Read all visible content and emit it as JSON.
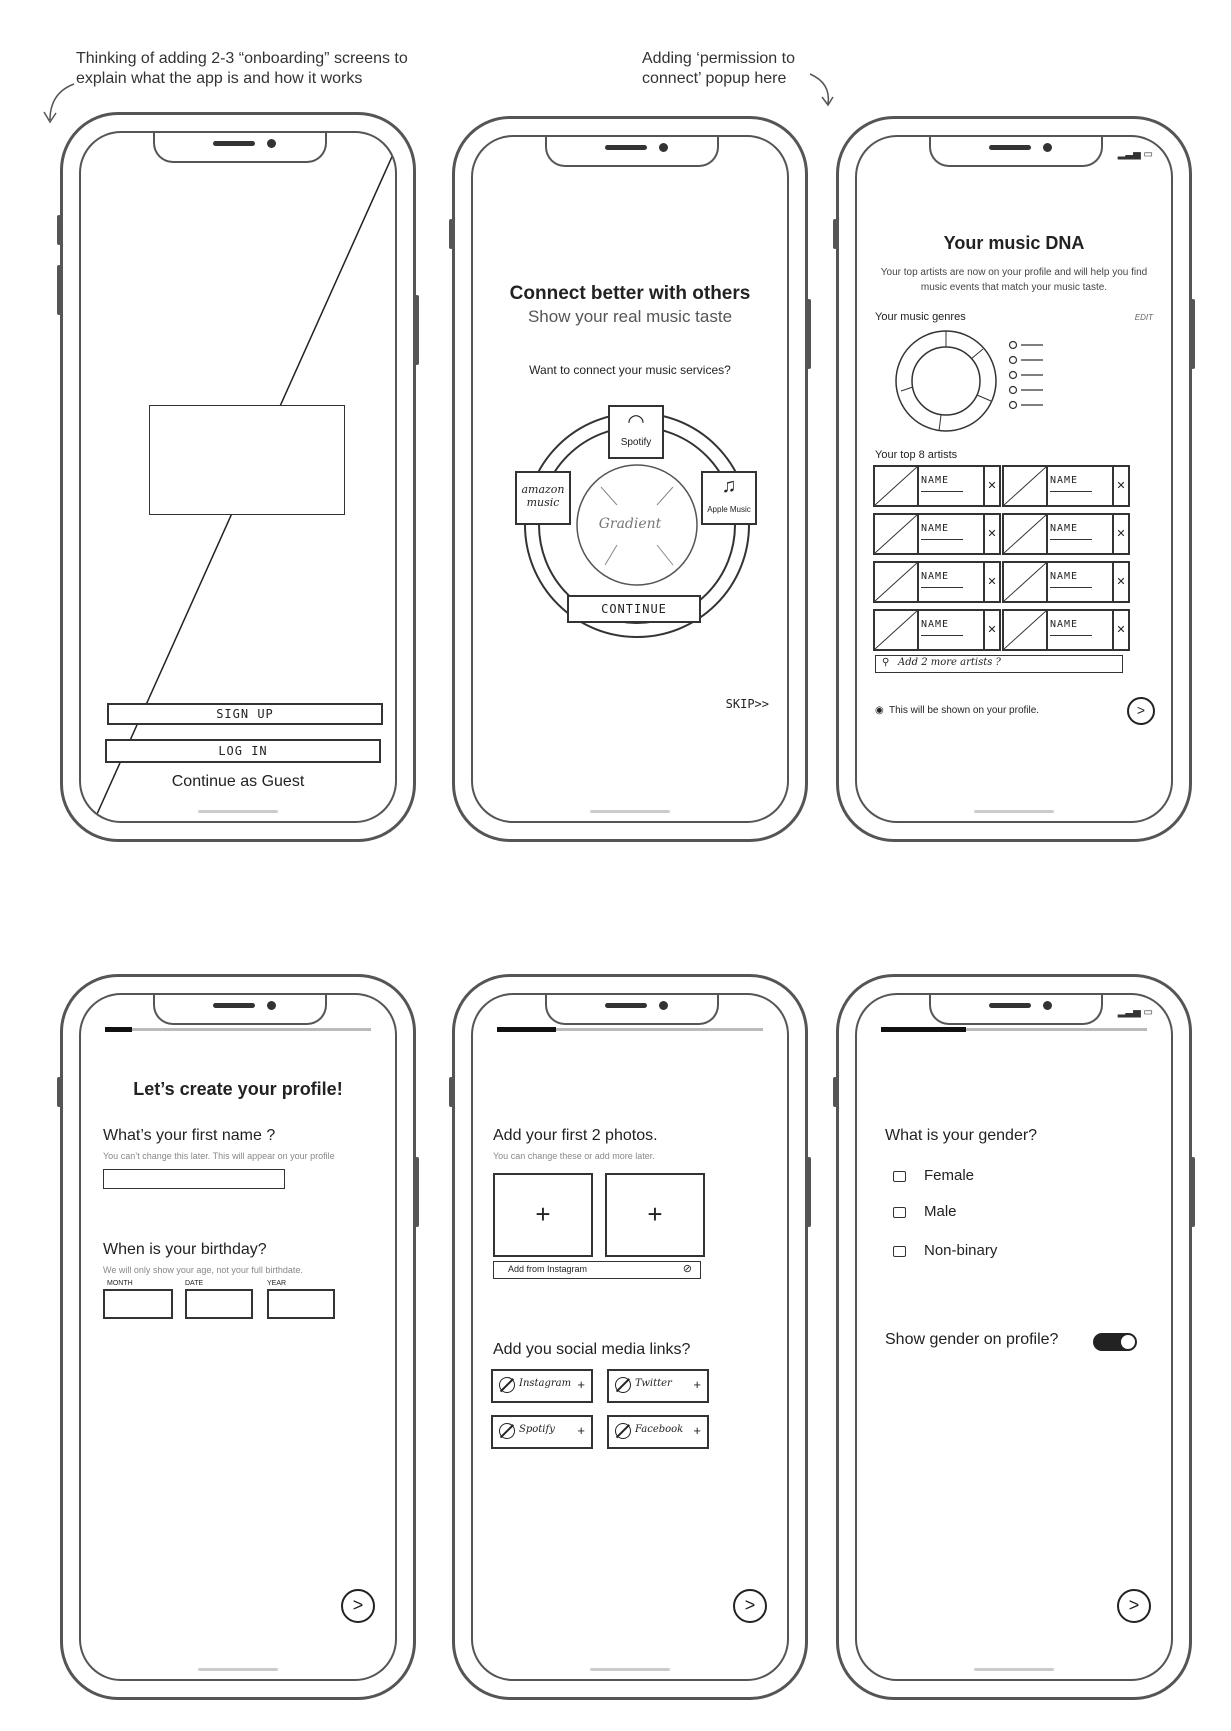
{
  "annotations": {
    "left": "Thinking of adding 2-3  “onboarding” screens to\nexplain what the app is and how it works",
    "right": "Adding ‘permission to\nconnect’ popup here"
  },
  "screen1": {
    "signup": "SIGN UP",
    "login": "LOG IN",
    "guest": "Continue as Guest"
  },
  "screen2": {
    "title": "Connect better with others",
    "subtitle": "Show your real music taste",
    "prompt": "Want to connect your music services?",
    "services": [
      "Spotify",
      "amazon music",
      "Apple Music"
    ],
    "center": "Gradient",
    "continue": "CONTINUE",
    "skip": "SKIP>>"
  },
  "screen3": {
    "title": "Your music DNA",
    "desc": "Your top artists are now on your profile and will help you find music events that match your music taste.",
    "genres_label": "Your music genres",
    "edit": "EDIT",
    "artists_label": "Your top 8 artists",
    "artist_placeholder": "NAME",
    "search": "Add 2 more artists ?",
    "footer": "This will be shown on your profile."
  },
  "screen4": {
    "title": "Let’s create your profile!",
    "name_q": "What’s your first name ?",
    "name_hint": "You can’t change this later. This will appear on your profile",
    "bday_q": "When is your birthday?",
    "bday_hint": "We will only show your age, not your full birthdate.",
    "month": "MONTH",
    "date": "DATE",
    "year": "YEAR"
  },
  "screen5": {
    "photos_q": "Add your first 2 photos.",
    "photos_hint": "You can change these or add more later.",
    "instagram_add": "Add from Instagram",
    "social_q": "Add you social media links?",
    "links": [
      "Instagram",
      "Twitter",
      "Spotify",
      "Facebook"
    ]
  },
  "screen6": {
    "gender_q": "What is your gender?",
    "options": [
      "Female",
      "Male",
      "Non-binary"
    ],
    "show_q": "Show gender on profile?"
  }
}
